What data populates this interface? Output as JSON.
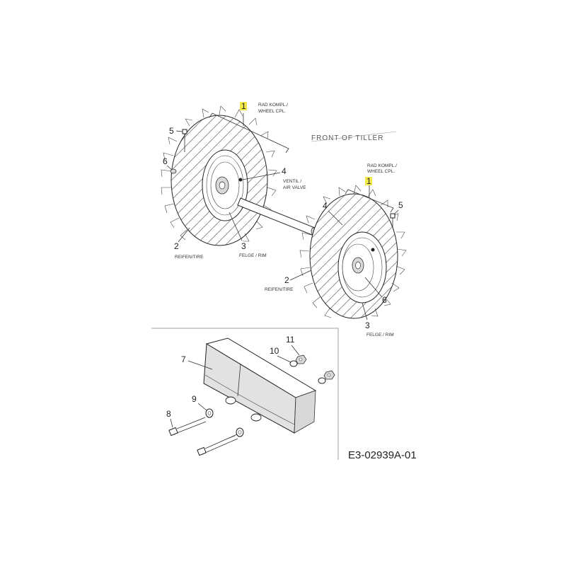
{
  "drawing_code": "E3-02939A-01",
  "front_note": "FRONT OF TILLER",
  "wheel_left": {
    "item1": {
      "num": "1",
      "line1": "RAD KOMPL./",
      "line2": "WHEEL CPL."
    },
    "item2": {
      "num": "2",
      "text": "REIFEN/TIRE"
    },
    "item3": {
      "num": "3",
      "text": "FELGE / RIM"
    },
    "item4": {
      "num": "4",
      "line1": "VENTIL /",
      "line2": "AIR VALVE"
    },
    "item5": {
      "num": "5"
    },
    "item6": {
      "num": "6"
    }
  },
  "wheel_right": {
    "item1": {
      "num": "1",
      "line1": "RAD KOMPL./",
      "line2": "WHEEL CPL."
    },
    "item2": {
      "num": "2",
      "text": "REIFEN/TIRE"
    },
    "item3": {
      "num": "3",
      "text": "FELGE / RIM"
    },
    "item4": {
      "num": "4"
    },
    "item5": {
      "num": "5"
    },
    "item6": {
      "num": "6"
    }
  },
  "weight_kit": {
    "item7": "7",
    "item8": "8",
    "item9": "9",
    "item10": "10",
    "item11": "11"
  },
  "colors": {
    "highlight": "#f3e84a",
    "ink": "#222222"
  }
}
